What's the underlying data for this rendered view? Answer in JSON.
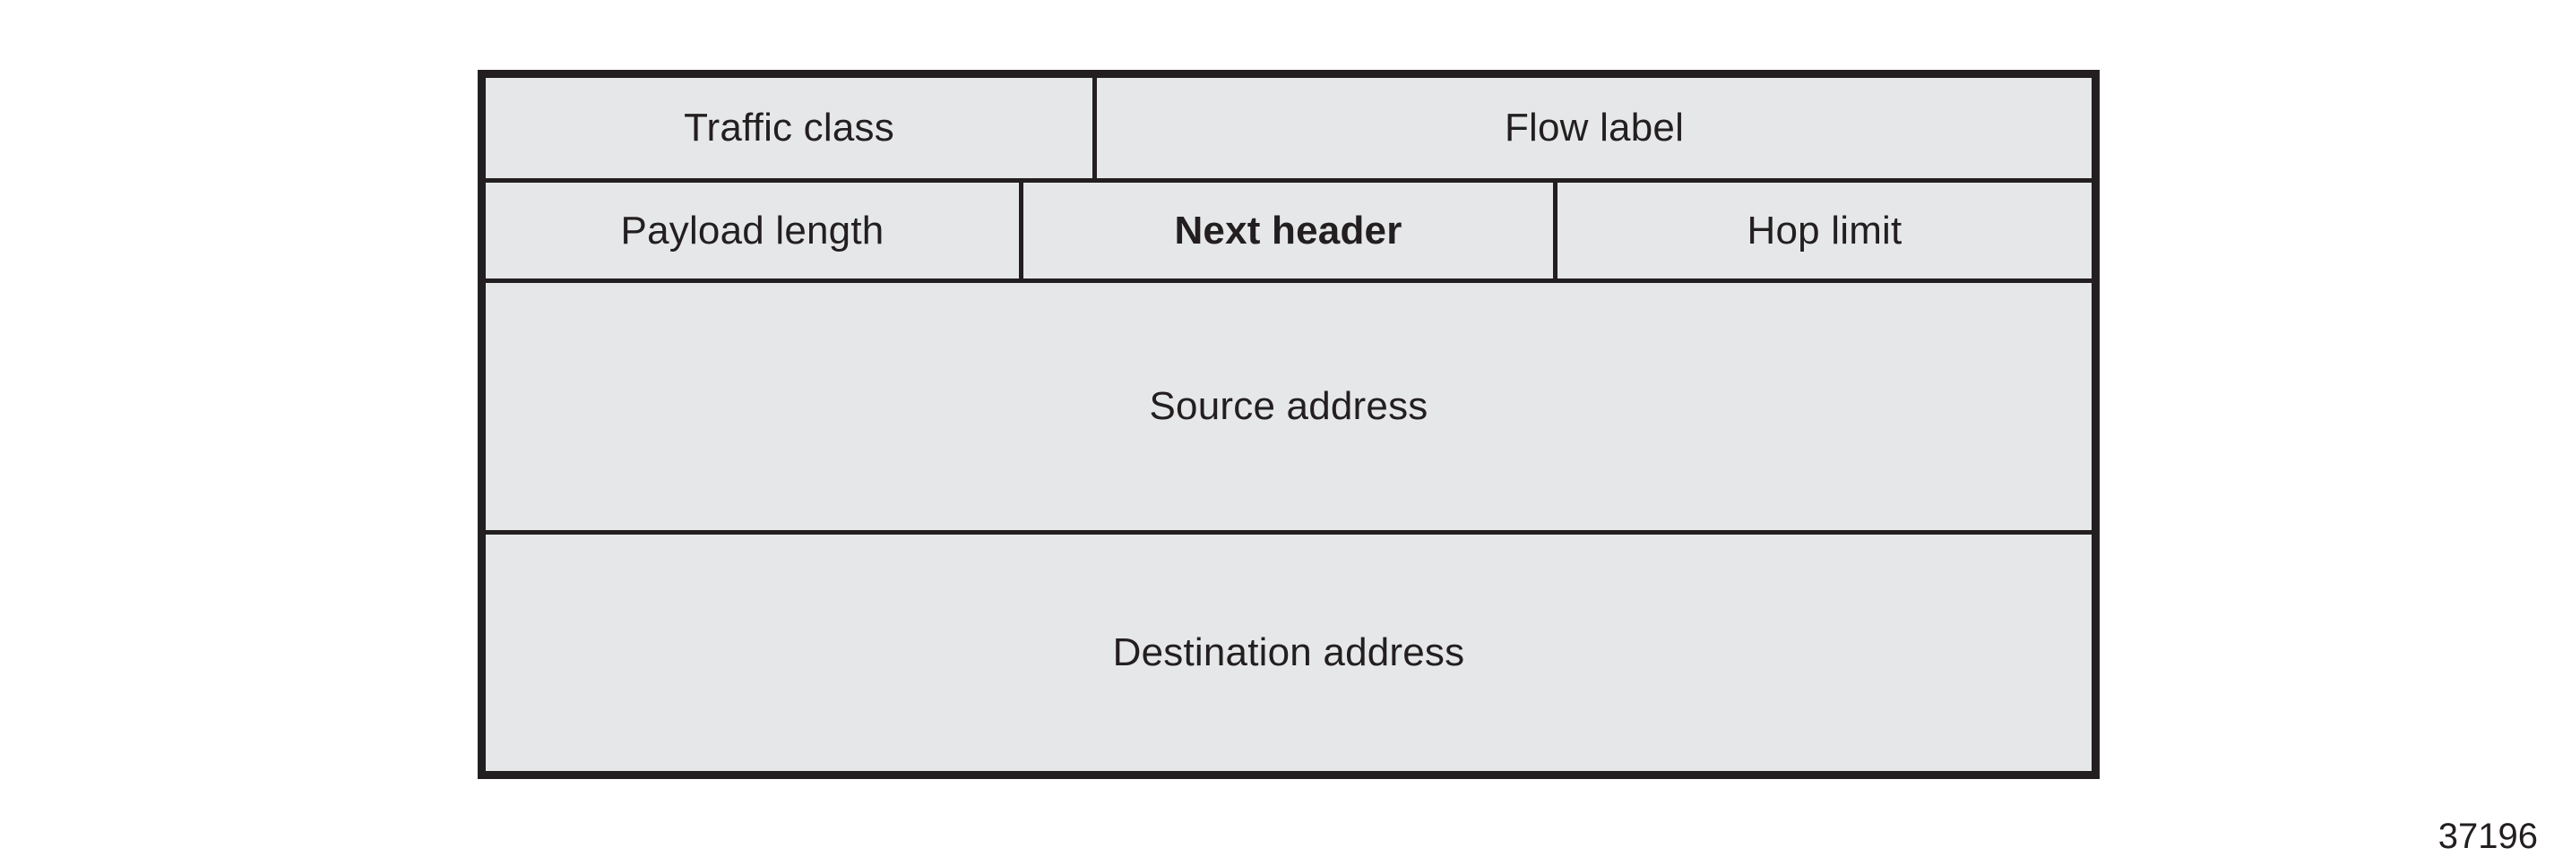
{
  "figure": {
    "number": "37196",
    "background_color": "#ffffff",
    "cell_fill_color": "#e6e7e8",
    "line_color": "#231f20",
    "rows": [
      {
        "name": "row-1",
        "cells": [
          {
            "name": "traffic-class",
            "label": "Traffic class",
            "bold": false
          },
          {
            "name": "flow-label",
            "label": "Flow label",
            "bold": false
          }
        ]
      },
      {
        "name": "row-2",
        "cells": [
          {
            "name": "payload-length",
            "label": "Payload length",
            "bold": false
          },
          {
            "name": "next-header",
            "label": "Next header",
            "bold": true
          },
          {
            "name": "hop-limit",
            "label": "Hop limit",
            "bold": false
          }
        ]
      },
      {
        "name": "row-3",
        "cells": [
          {
            "name": "source-address",
            "label": "Source address",
            "bold": false
          }
        ]
      },
      {
        "name": "row-4",
        "cells": [
          {
            "name": "destination-address",
            "label": "Destination address",
            "bold": false
          }
        ]
      }
    ]
  }
}
